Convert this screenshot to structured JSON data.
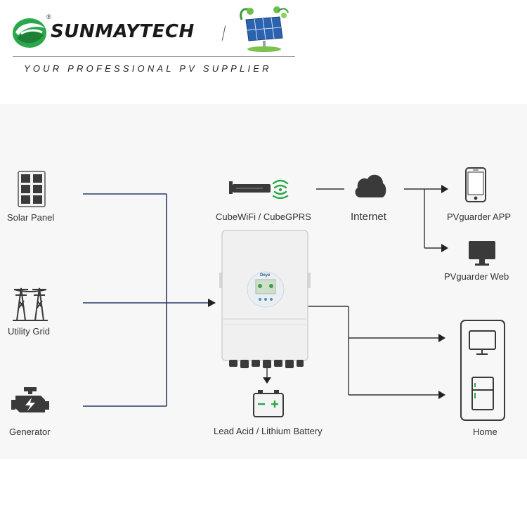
{
  "header": {
    "brand_name": "SUNMAYTECH",
    "registered_mark": "®",
    "tagline": "YOUR PROFESSIONAL PV SUPPLIER"
  },
  "sources": {
    "solar_panel": "Solar Panel",
    "utility_grid": "Utility Grid",
    "generator": "Generator"
  },
  "monitoring": {
    "wifi_module": "CubeWiFi / CubeGPRS",
    "internet": "Internet",
    "app": "PVguarder APP",
    "web": "PVguarder Web"
  },
  "outputs": {
    "battery": "Lead Acid / Lithium Battery",
    "home": "Home"
  },
  "inverter": {
    "display_brand": "Deye"
  },
  "colors": {
    "source_line": "#2c3a6b",
    "line": "#333333",
    "accent_green": "#2aa84a",
    "icon_dark": "#3a3a3a"
  }
}
